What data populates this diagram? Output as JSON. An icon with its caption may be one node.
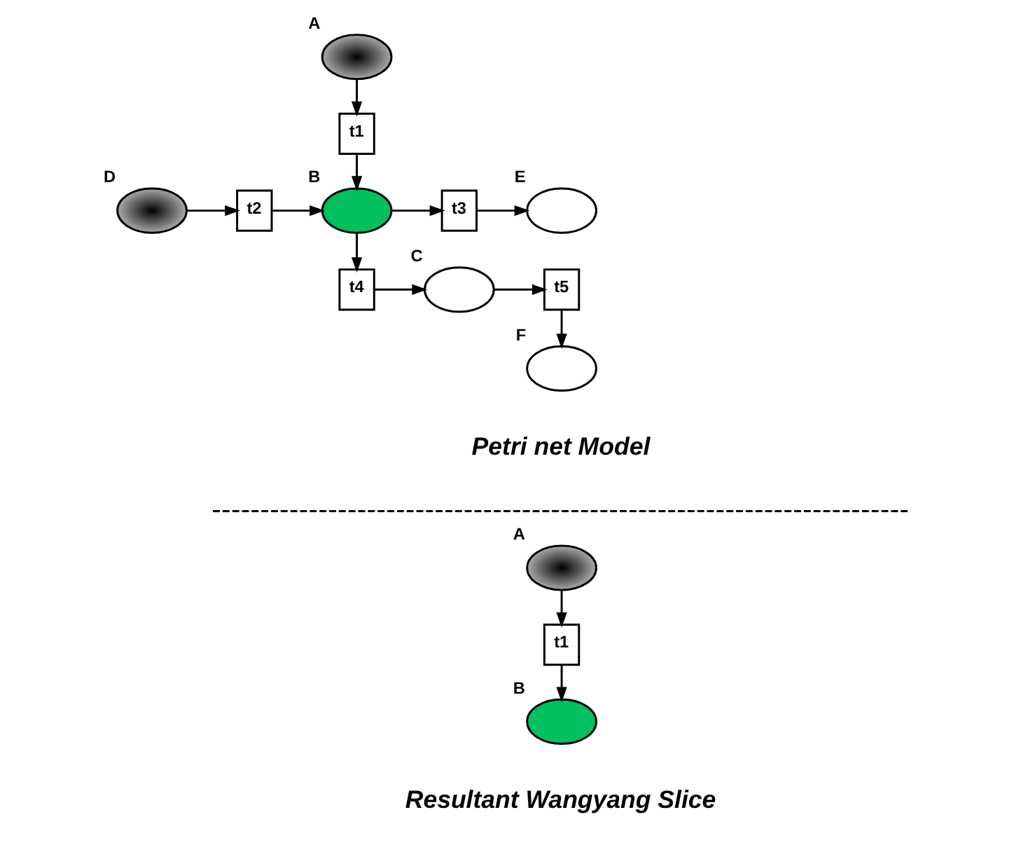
{
  "diagram": {
    "nodes": [
      {
        "text": [],
        "shape": "ellipse",
        "beside": [
          "A"
        ]
      },
      {
        "text": [
          "t1"
        ]
      },
      {
        "text": [],
        "shape": "ellipse",
        "beside": [
          "D"
        ]
      },
      {
        "text": [
          "t2"
        ]
      },
      {
        "text": [],
        "shape": "ellipse",
        "beside": [
          "B"
        ]
      },
      {
        "text": [
          "t3"
        ]
      },
      {
        "text": [],
        "shape": "ellipse",
        "beside": [
          "E"
        ]
      },
      {
        "text": [
          "t4"
        ]
      },
      {
        "text": [],
        "shape": "ellipse",
        "beside": [
          "C"
        ]
      },
      {
        "text": [
          "t5"
        ]
      },
      {
        "text": [],
        "shape": "ellipse",
        "beside": [
          "F"
        ]
      },
      {
        "text": [],
        "shape": "ellipse",
        "beside": [
          "A"
        ]
      },
      {
        "text": [
          "t1"
        ]
      },
      {
        "text": [],
        "shape": "ellipse",
        "beside": [
          "B"
        ]
      }
    ],
    "edges": [
      {
        "from": 0,
        "to": 1,
        "arrow": "to"
      },
      {
        "from": 1,
        "to": 4,
        "arrow": "to"
      },
      {
        "from": 2,
        "to": 3,
        "arrow": "to"
      },
      {
        "from": 3,
        "to": 4,
        "arrow": "to"
      },
      {
        "from": 4,
        "to": 5,
        "arrow": "to"
      },
      {
        "from": 5,
        "to": 6,
        "arrow": "to"
      },
      {
        "from": 4,
        "to": 7,
        "arrow": "to"
      },
      {
        "from": 7,
        "to": 8,
        "arrow": "to"
      },
      {
        "from": 8,
        "to": 9,
        "arrow": "to"
      },
      {
        "from": 9,
        "to": 10,
        "arrow": "to"
      },
      {
        "from": 11,
        "to": 12,
        "arrow": "to"
      },
      {
        "from": 12,
        "to": 13,
        "arrow": "to"
      }
    ],
    "labels": [
      "Petri net Model",
      "Resultant Wangyang Slice"
    ]
  }
}
